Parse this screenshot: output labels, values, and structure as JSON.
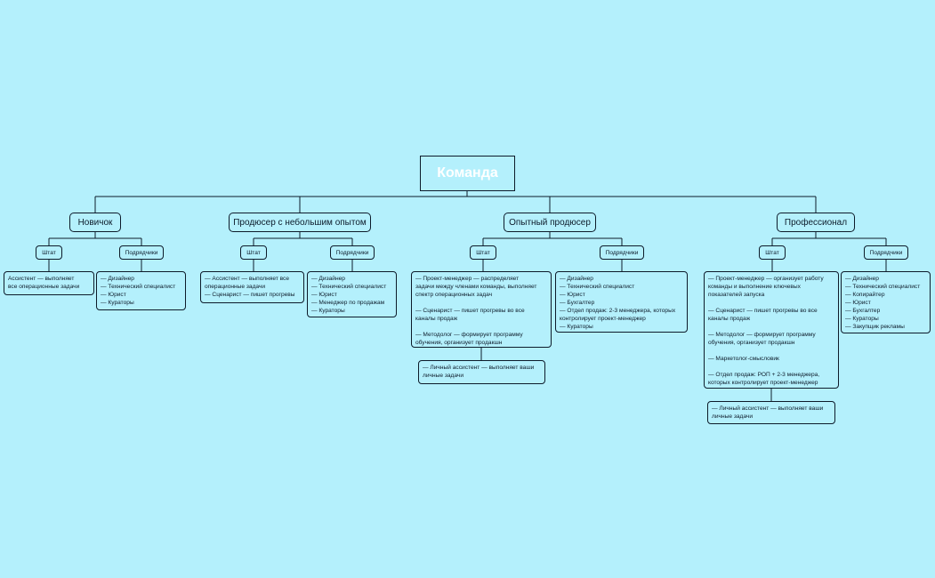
{
  "root": {
    "title": "Команда"
  },
  "levels": [
    {
      "title": "Новичок",
      "staff_label": "Штат",
      "contractors_label": "Подрядчики",
      "staff": [
        "Ассистент — выполняет",
        "все операционные задачи"
      ],
      "contractors": [
        "— Дизайнер",
        "— Технический специалист",
        "— Юрист",
        "— Кураторы"
      ]
    },
    {
      "title": "Продюсер с небольшим опытом",
      "staff_label": "Штат",
      "contractors_label": "Подрядчики",
      "staff": [
        "— Ассистент — выполняет все",
        "операционные задачи",
        "— Сценарист — пишет прогревы"
      ],
      "contractors": [
        "— Дизайнер",
        "— Технический специалист",
        "— Юрист",
        "— Менеджер по продажам",
        "— Кураторы"
      ]
    },
    {
      "title": "Опытный продюсер",
      "staff_label": "Штат",
      "contractors_label": "Подрядчики",
      "staff": [
        "— Проект-менеджер — распределяет",
        "задачи между членами команды, выполняет",
        "спектр операционных задач",
        "",
        "— Сценарист — пишет прогревы во все",
        "каналы продаж",
        "",
        "— Методолог — формирует программу",
        "обучения, организует продакшн"
      ],
      "assistant": [
        "— Личный ассистент — выполняет ваши",
        "личные задачи"
      ],
      "contractors": [
        "— Дизайнер",
        "— Технический специалист",
        "— Юрист",
        "— Бухгалтер",
        "— Отдел продаж: 2-3 менеджера, которых",
        "контролирует проект-менеджер",
        "— Кураторы"
      ]
    },
    {
      "title": "Профессионал",
      "staff_label": "Штат",
      "contractors_label": "Подрядчики",
      "staff": [
        "— Проект-менеджер — организует работу",
        "команды и выполнение ключевых",
        "показателей запуска",
        "",
        "— Сценарист — пишет прогревы во все",
        "каналы продаж",
        "",
        "— Методолог — формирует программу",
        "обучения, организует продакшн",
        "",
        "— Маркетолог-смысловик",
        "",
        "— Отдел продаж: РОП + 2-3 менеджера,",
        "которых контролирует проект-менеджер"
      ],
      "assistant": [
        "— Личный ассистент — выполняет ваши",
        "личные задачи"
      ],
      "contractors": [
        "— Дизайнер",
        "— Технический специалист",
        "— Копирайтер",
        "— Юрист",
        "— Бухгалтер",
        "— Кураторы",
        "— Закупщик рекламы"
      ]
    }
  ]
}
